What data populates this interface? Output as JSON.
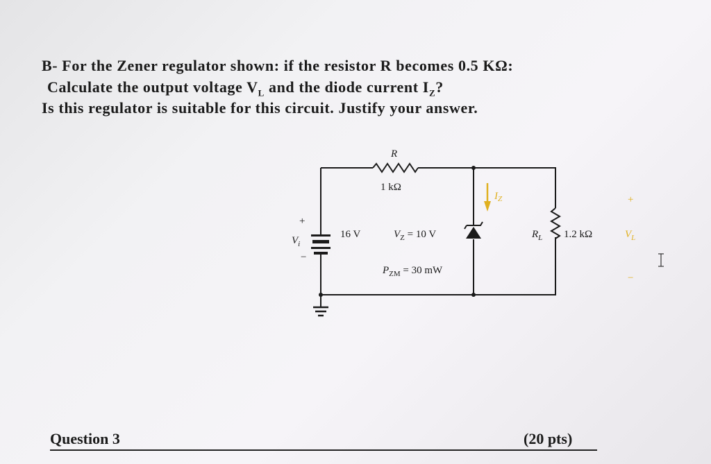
{
  "question": {
    "line1": "B- For the Zener regulator shown: if the resistor R becomes 0.5 KΩ:",
    "line2": "Calculate the output voltage V",
    "line2_sub": "L",
    "line2_rest": " and the diode current I",
    "line2_sub2": "Z",
    "line2_end": "?",
    "line3": "Is this regulator is suitable for this circuit. Justify your answer."
  },
  "circuit": {
    "r_label": "R",
    "r_value": "1 kΩ",
    "source_plus": "+",
    "source_minus": "−",
    "source_label": "V",
    "source_sub": "i",
    "source_value": "16 V",
    "vz_label": "V",
    "vz_sub": "Z",
    "vz_value": " = 10 V",
    "pzm_label": "P",
    "pzm_sub": "ZM",
    "pzm_value": " = 30 mW",
    "iz_label": "I",
    "iz_sub": "Z",
    "rl_label": "R",
    "rl_sub": "L",
    "rl_value": "1.2 kΩ",
    "vl_plus": "+",
    "vl_minus": "−",
    "vl_label": "V",
    "vl_sub": "L",
    "accent_color": "#e0b020"
  },
  "footer": {
    "question_label": "Question 3",
    "points": "(20 pts)"
  }
}
